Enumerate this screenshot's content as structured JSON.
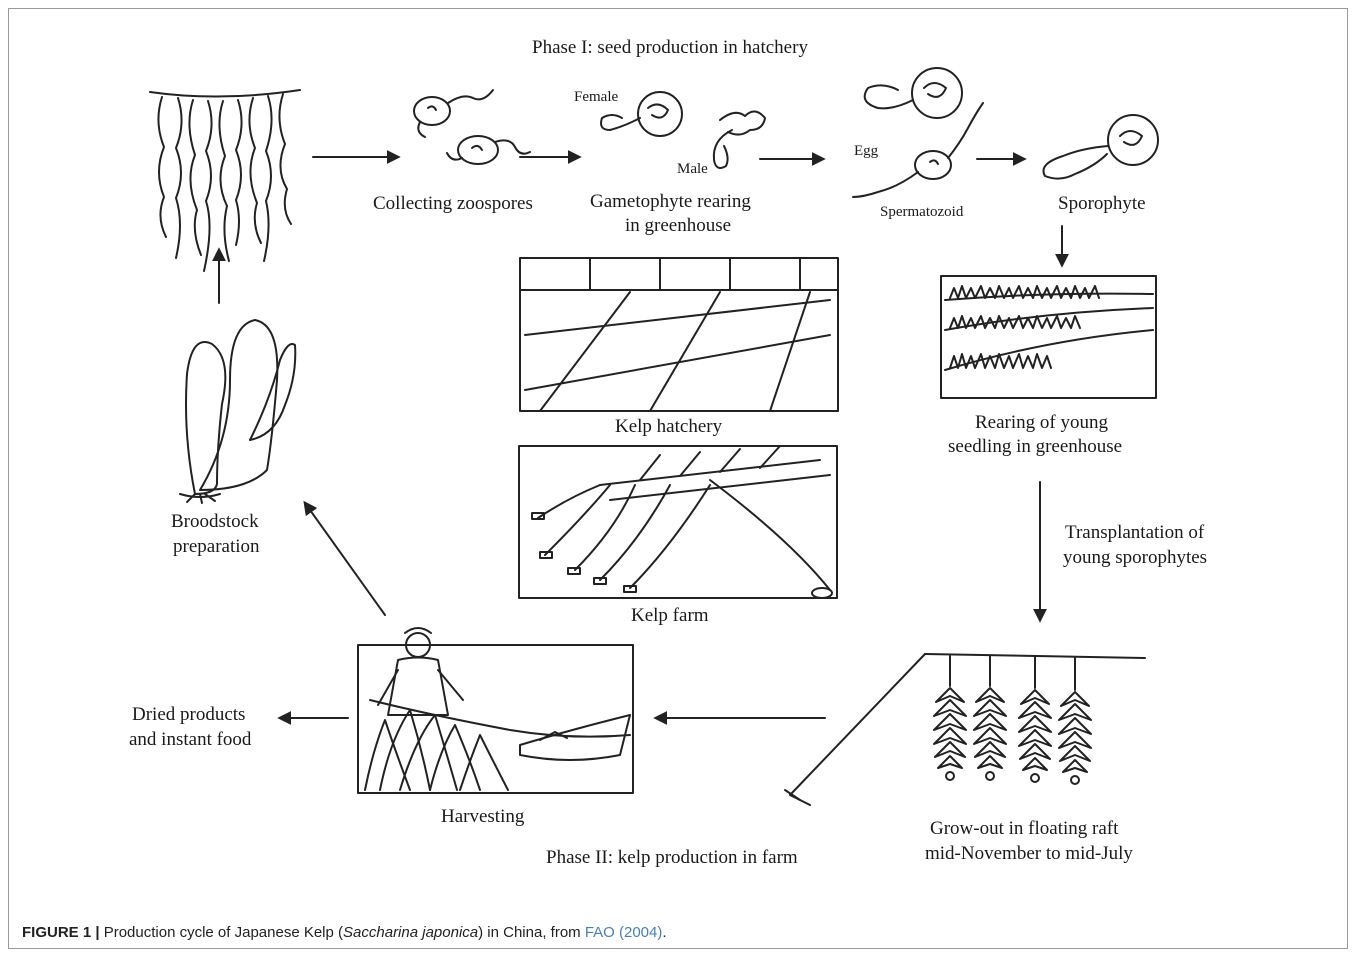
{
  "phases": {
    "phase1": "Phase I: seed production in hatchery",
    "phase2": "Phase II: kelp production in farm"
  },
  "stages": {
    "collecting": "Collecting zoospores",
    "gametophyte_1": "Gametophyte rearing",
    "gametophyte_2": "in greenhouse",
    "female": "Female",
    "male": "Male",
    "egg": "Egg",
    "spermatozoid": "Spermatozoid",
    "sporophyte": "Sporophyte",
    "rearing_1": "Rearing of young",
    "rearing_2": "seedling in greenhouse",
    "transplant_1": "Transplantation of",
    "transplant_2": "young sporophytes",
    "growout_1": "Grow-out in floating raft",
    "growout_2": "mid-November to mid-July",
    "harvesting": "Harvesting",
    "dried_1": "Dried products",
    "dried_2": "and instant food",
    "broodstock_1": "Broodstock",
    "broodstock_2": "preparation",
    "hatchery": "Kelp hatchery",
    "farm": "Kelp farm"
  },
  "caption": {
    "figure": "FIGURE 1 |",
    "text_a": " Production cycle of Japanese Kelp (",
    "species": "Saccharina japonica",
    "text_b": ") in China, from ",
    "ref": "FAO (2004)",
    "text_c": "."
  }
}
